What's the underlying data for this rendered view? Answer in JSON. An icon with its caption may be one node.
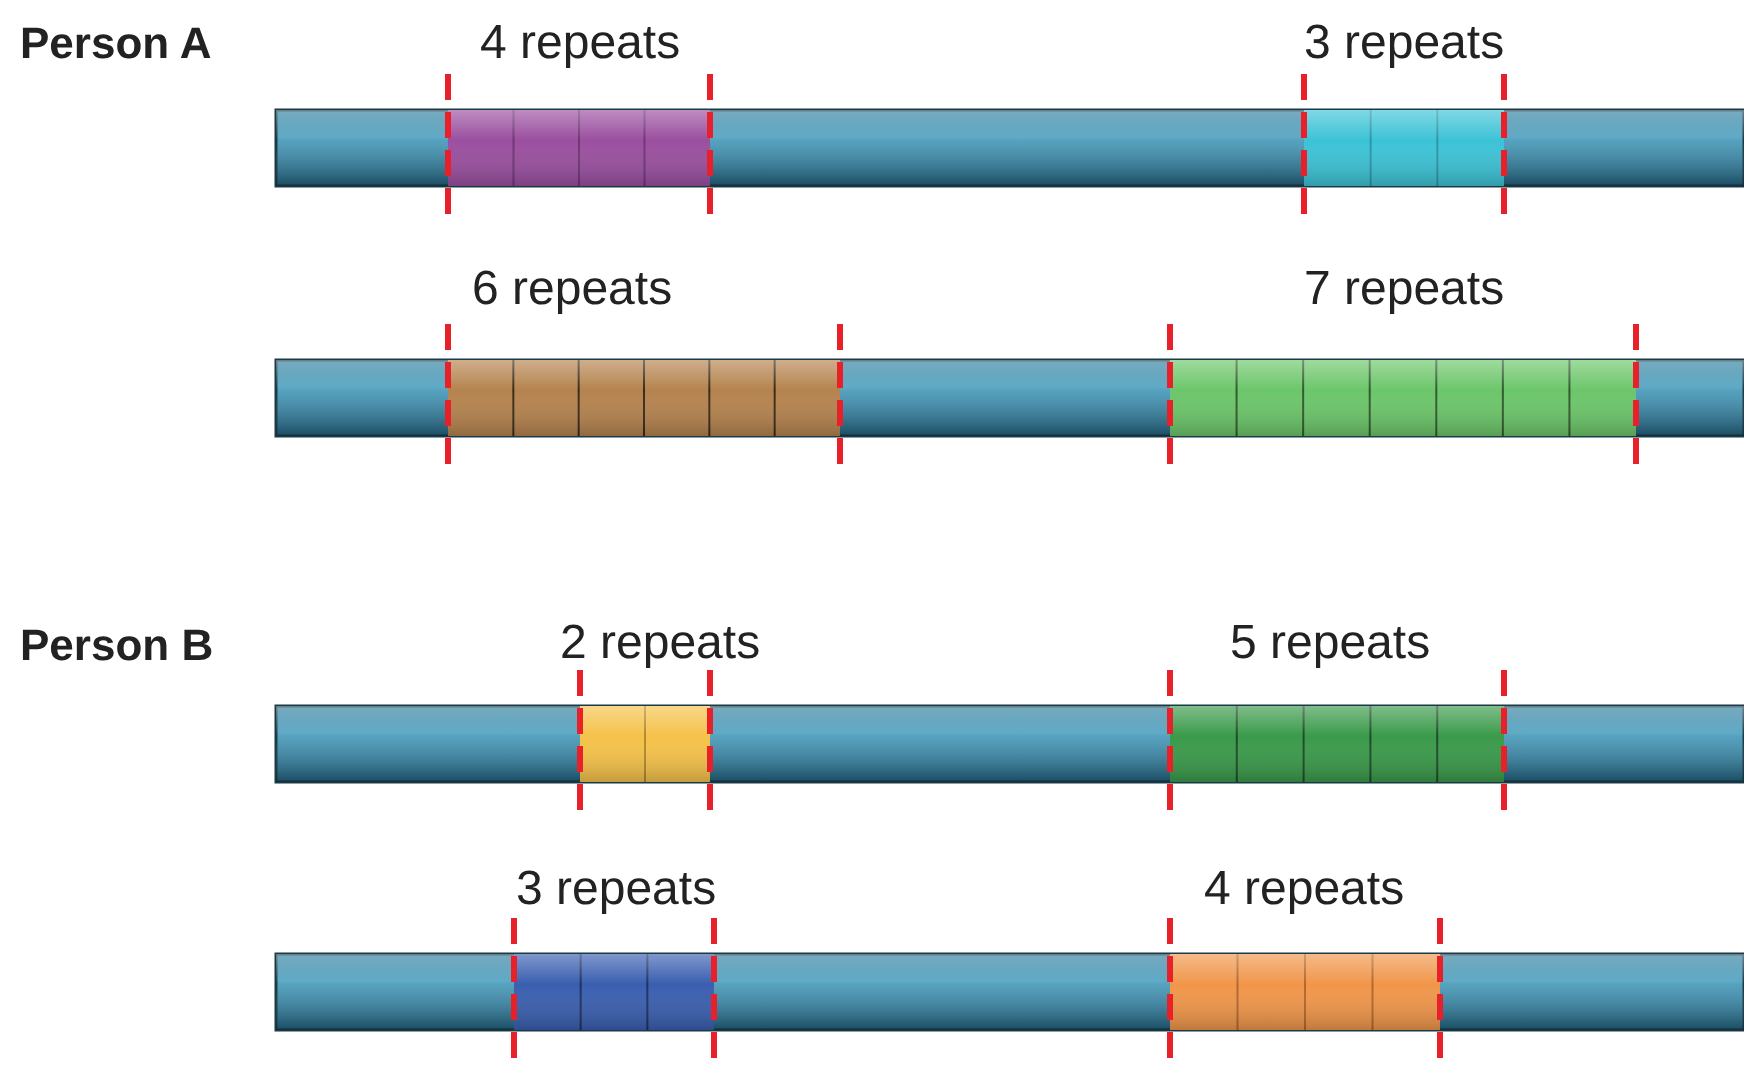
{
  "diagram": {
    "labels": [
      "Person A",
      "4 repeats",
      "3 repeats",
      "6 repeats",
      "7 repeats",
      "Person B",
      "2 repeats",
      "5 repeats",
      "3 repeats",
      "4 repeats"
    ]
  }
}
